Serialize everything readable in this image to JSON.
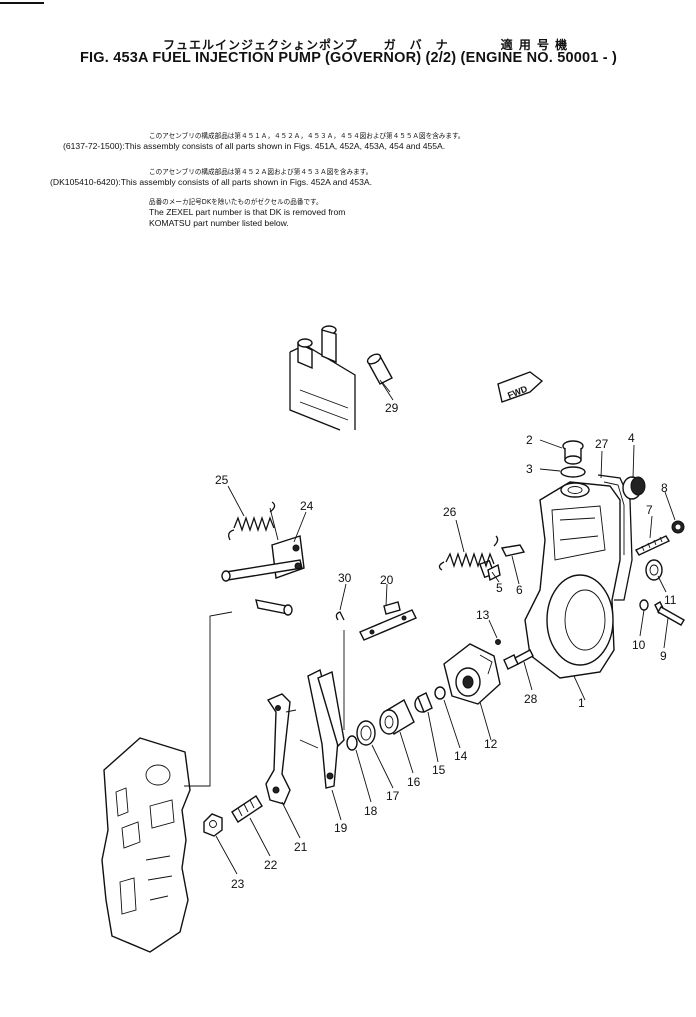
{
  "header": {
    "title_jp": "フュエルインジェクシょンポンプ　　ガ　バ　ナ　　　　適 用 号 機",
    "title_en": "FIG. 453A  FUEL INJECTION PUMP (GOVERNOR) (2/2) (ENGINE NO. 50001 - )"
  },
  "notes": [
    {
      "jp": "このアセンブリの構成部品は第４５１Ａ，４５２Ａ，４５３Ａ，４５４図および第４５５Ａ図を含みます。",
      "code": "(6137-72-1500):",
      "en": "This assembly consists of all parts shown in Figs. 451A, 452A, 453A, 454 and 455A."
    },
    {
      "jp": "このアセンブリの構成部品は第４５２Ａ図および第４５３Ａ図を含みます。",
      "code": "(DK105410-6420):",
      "en": "This assembly consists of all parts shown in Figs. 452A and 453A."
    }
  ],
  "zexel_note": {
    "jp": "品番のメーカ記号DKを除いたものがゼクセルの品番です。",
    "line1": "The ZEXEL part number is that DK is removed from",
    "line2": "KOMATSU part number listed below."
  },
  "fwd_label": "FWD",
  "callouts": [
    "1",
    "2",
    "3",
    "4",
    "5",
    "6",
    "7",
    "8",
    "9",
    "10",
    "11",
    "12",
    "13",
    "14",
    "15",
    "16",
    "17",
    "18",
    "19",
    "20",
    "21",
    "22",
    "23",
    "24",
    "25",
    "26",
    "27",
    "28",
    "29",
    "30"
  ]
}
